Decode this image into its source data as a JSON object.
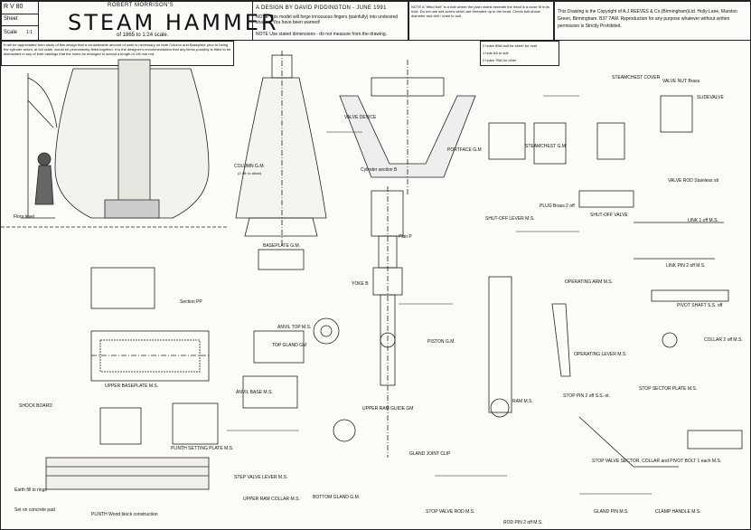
{
  "title_block": {
    "ref": "R V 80",
    "sheet": "Sheet",
    "scale_label": "Scale",
    "scale_value": "1:1",
    "maker": "ROBERT MORRISON'S",
    "title": "STEAM HAMMER",
    "subtitle": "of 1865  to  1:24 scale.",
    "design_by": "A  DESIGN  BY  DAVID  PIDDINGTON - JUNE 1991",
    "note1": "NOTE  This model will forge innocuous fingers (painfully) into undesired shapes. You have been warned!",
    "note2": "NOTE  Use stated dimensions - do not measure from the drawing.",
    "note3": "NOTE  A \"fitted bolt\" is a bolt where the plain shank beneath the head is a close fit in its hole. Do not use self-screw which are threaded up to the head. Check bolt shank diameter and drill / ream to suit.",
    "copyright": "This Drawing is the Copyright of A.J.REEVES & Co.(Birmingham)Ltd. Holly Lane, Marston Green, Birmingham. B37 7AW. Reproduction for any purpose whatever without written permission is Strictly Prohibited.",
    "intro": "It will be appreciated from study of this design that a considerable amount of work is necessary on both Column and Baseplate prior to being the cylinder which, at full scale, would be permanently fitted together. It is the designer's recommendation that any items possibly is fitted to be dismantled in any of both castings that the holes be enlarged to accept a length of 1/8 mm rod."
  },
  "legend": [
    "2 holes 6BA bolt for sheet for rivet",
    "1 hole 6A to suit ",
    "2 holes 7BA for other "
  ],
  "labels": {
    "column": "COLUMN  G.M.",
    "column_note": "(2 off; to allow)",
    "baseplate": "BASEPLATE  G.M.",
    "upper_baseplate": "UPPER  BASEPLATE    M.S.",
    "section_pp": "Section PP",
    "plinth": "PLINTH  Wood block construction",
    "plinth_setting": "PLINTH  SETTING  PLATE    M.S.",
    "shock_board": "SHOCK  BOARD",
    "earth_fill": "Earth fill to ringe",
    "set_on_concrete": "Set on concrete pad",
    "floor_level": "Floor level",
    "anvil_top": "ANVIL TOP  M.S.",
    "anvil_base": "ANVIL  BASE   M.S.",
    "top_gland": "TOP  GLAND  GM",
    "step_valve_lever": "STEP VALVE  LEVER  M.S.",
    "upper_ram_collar": "UPPER  RAM  COLLAR  M.S.",
    "upper_ram_guide": "UPPER RAM GUIDE GM",
    "bottom_gland": "BOTTOM  GLAND  G.M.",
    "gland_joint": "GLAND JOINT  CLIP",
    "cylinder_section": "Cylinder section  B",
    "plan": "Plan P",
    "piston": "PISTON  G.M.",
    "ram": "RAM  M.S.",
    "stop_valve_rod": "STOP VALVE  ROD    M.S.",
    "rod_pin": "ROD  PIN   2 off  M.S.",
    "portface": "PORTFACE  G.M",
    "steamchest": "STEAMCHEST  G.M",
    "steamchest_cover": "STEAMCHEST  COVER",
    "valve_nut": "VALVE NUT   Brass",
    "slide_valve": "SLIDEVALVE",
    "valve_rod": "VALVE  ROD   Stainless stl",
    "shut_off_lever": "SHUT-OFF  LEVER  M.S.",
    "plug": "PLUG  Brass 2 off",
    "shut_off_valve": "SHUT-OFF  VALVE",
    "link": "LINK   1 off  M.S.",
    "link_pin": "LINK  PIN   2 off  M.S.",
    "operating_arm": "OPERATING  ARM  M.S.",
    "pivot_shaft": "PIVOT  SHAFT  S.S. off",
    "collar": "COLLAR   2 off  M.S.",
    "operating_lever": "OPERATING  LEVER  M.S.",
    "stop_sector_plate": "STOP  SECTOR  PLATE    M.S.",
    "stop_pin": "STOP  PIN   2 off  S.S.-st.",
    "stop_valve_sector": "STOP  VALVE  SECTOR,  COLLAR  and  PIVOT  BOLT   1 each  M.S.",
    "gland_pin": "GLAND  PIN   M.S.",
    "clamp_handle": "CLAMP  HANDLE  M.S.",
    "yoke": "YOKE  B",
    "valve_device": "VALVE DEVICE"
  }
}
